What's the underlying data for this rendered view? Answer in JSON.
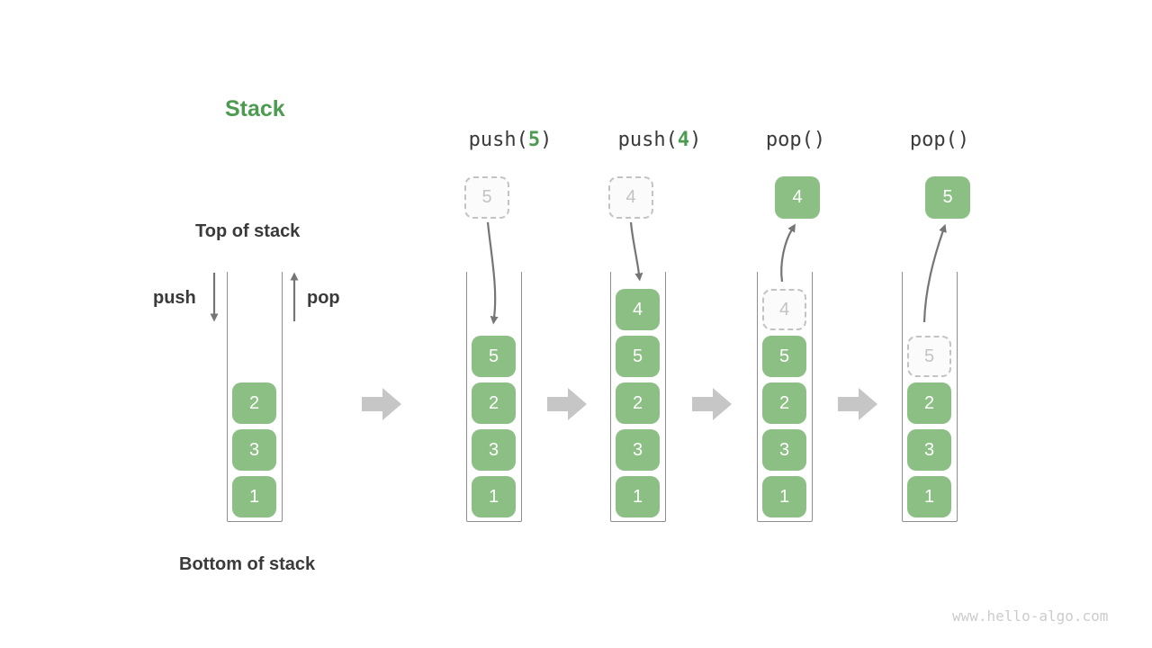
{
  "title": "Stack",
  "labels": {
    "top_of_stack": "Top of stack",
    "bottom_of_stack": "Bottom of stack",
    "push": "push",
    "pop": "pop"
  },
  "operations": [
    {
      "fn": "push(",
      "arg": "5",
      "close": ")"
    },
    {
      "fn": "push(",
      "arg": "4",
      "close": ")"
    },
    {
      "fn": "pop(",
      "arg": "",
      "close": ")"
    },
    {
      "fn": "pop(",
      "arg": "",
      "close": ")"
    }
  ],
  "floating_boxes": [
    {
      "value": "5",
      "style": "dashed"
    },
    {
      "value": "4",
      "style": "dashed"
    },
    {
      "value": "4",
      "style": "solid"
    },
    {
      "value": "5",
      "style": "solid"
    }
  ],
  "stacks": [
    {
      "cells": [
        {
          "v": "2"
        },
        {
          "v": "3"
        },
        {
          "v": "1"
        }
      ]
    },
    {
      "cells": [
        {
          "v": "5"
        },
        {
          "v": "2"
        },
        {
          "v": "3"
        },
        {
          "v": "1"
        }
      ]
    },
    {
      "cells": [
        {
          "v": "4"
        },
        {
          "v": "5"
        },
        {
          "v": "2"
        },
        {
          "v": "3"
        },
        {
          "v": "1"
        }
      ]
    },
    {
      "cells": [
        {
          "v": "4",
          "dashed": true
        },
        {
          "v": "5"
        },
        {
          "v": "2"
        },
        {
          "v": "3"
        },
        {
          "v": "1"
        }
      ]
    },
    {
      "cells": [
        {
          "v": "5",
          "dashed": true
        },
        {
          "v": "2"
        },
        {
          "v": "3"
        },
        {
          "v": "1"
        }
      ]
    }
  ],
  "watermark": "www.hello-algo.com",
  "colors": {
    "green_box": "#8cbf84",
    "green_text": "#4c9b50",
    "dark_text": "#3a3a3a",
    "arrow_gray": "#757575",
    "block_arrow_gray": "#c6c6c6",
    "dashed_gray": "#c3c3c3",
    "wall_gray": "#8f8f8f",
    "watermark_gray": "#cccccc"
  }
}
